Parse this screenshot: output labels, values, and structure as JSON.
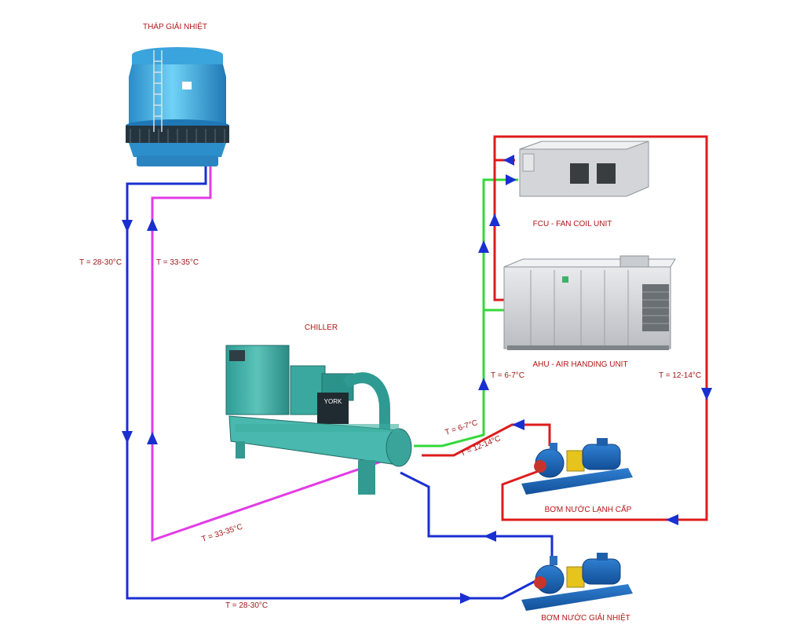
{
  "components": {
    "cooling_tower": "THÁP GIẢI NHIỆT",
    "chiller": "CHILLER",
    "fcu": "FCU - FAN COIL UNIT",
    "ahu": "AHU - AIR HANDING UNIT",
    "chilled_pump": "BƠM NƯỚC LẠNH CẤP",
    "condenser_pump": "BƠM NƯỚC GIẢI NHIỆT"
  },
  "temperatures": {
    "tower_supply": "T = 28-30°C",
    "tower_return": "T = 33-35°C",
    "chiller_condenser_out": "T = 33-35°C",
    "condenser_bottom": "T = 28-30°C",
    "chilled_supply_chiller": "T = 6-7°C",
    "chilled_return_chiller": "T = 12-14°C",
    "chilled_supply_ahu": "T = 6-7°C",
    "chilled_return_riser": "T = 12-14°C"
  },
  "brand": {
    "chiller_brand": "YORK"
  },
  "colors": {
    "condenser_supply": "#1a2fd0",
    "condenser_return": "#e23ce6",
    "chilled_supply": "#35d83a",
    "chilled_return": "#dd1c1c",
    "label": "#b31616"
  }
}
